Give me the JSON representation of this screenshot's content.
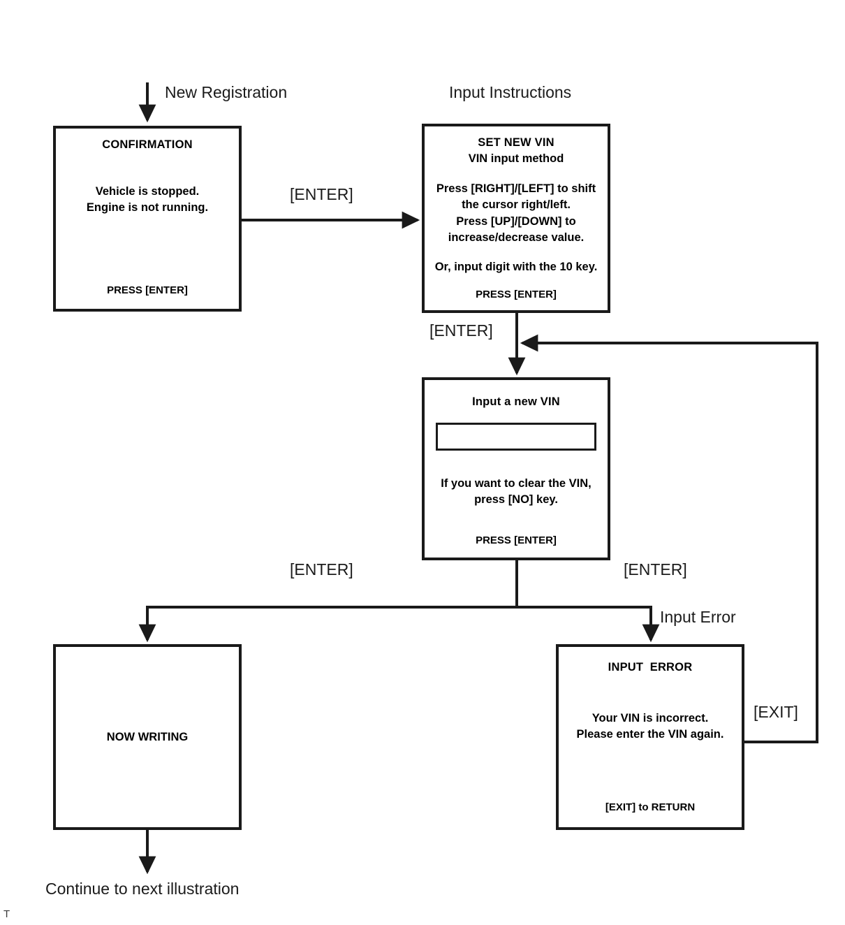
{
  "diagram": {
    "title_labels": {
      "new_registration": "New Registration",
      "input_instructions": "Input Instructions",
      "input_error_flow": "Input Error",
      "continue_next": "Continue to next illustration",
      "corner_mark": "T"
    },
    "edges": [
      {
        "name": "confirmation-to-setvin",
        "label": "[ENTER]"
      },
      {
        "name": "setvin-to-inputvin",
        "label": "[ENTER]"
      },
      {
        "name": "inputvin-to-nowwriting",
        "label": "[ENTER]"
      },
      {
        "name": "inputvin-to-inputerror",
        "label": "[ENTER]"
      },
      {
        "name": "inputerror-return",
        "label": "[EXIT]"
      }
    ],
    "screens": {
      "confirmation": {
        "title": "CONFIRMATION",
        "body": "Vehicle is stopped.\nEngine is not running.",
        "footer": "PRESS [ENTER]"
      },
      "set_new_vin": {
        "title": "SET NEW VIN",
        "subtitle": "VIN input method",
        "body_1": "Press [RIGHT]/[LEFT] to shift\nthe cursor right/left.\nPress [UP]/[DOWN]  to\nincrease/decrease value.",
        "body_2": "Or, input digit with the 10 key.",
        "footer": "PRESS [ENTER]"
      },
      "input_vin": {
        "title": "Input a new VIN",
        "field_value": "",
        "body": "If you want to clear the VIN,\npress [NO] key.",
        "footer": "PRESS [ENTER]"
      },
      "now_writing": {
        "title": "NOW WRITING"
      },
      "input_error": {
        "title": "INPUT  ERROR",
        "body": "Your VIN is incorrect.\nPlease enter the VIN again.",
        "footer": "[EXIT] to RETURN"
      }
    },
    "colors": {
      "stroke": "#1a1a1a",
      "text": "#000000",
      "label": "#1b1b1b",
      "background": "#ffffff"
    }
  }
}
